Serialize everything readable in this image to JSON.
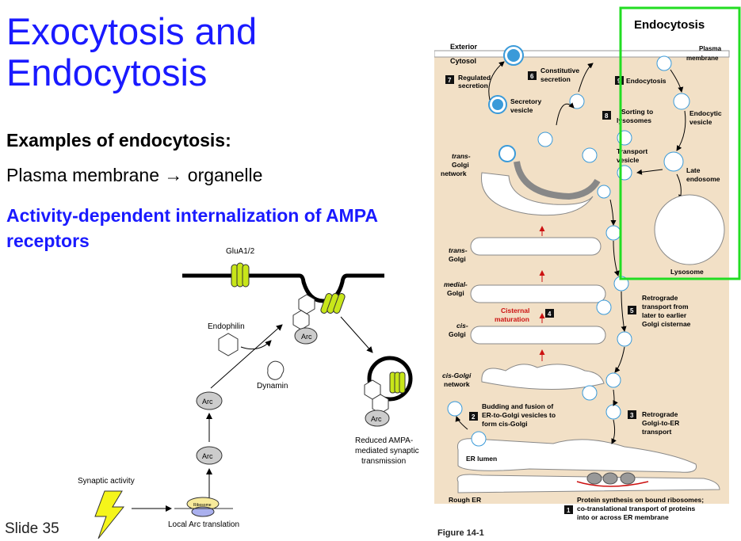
{
  "slide": {
    "title_line1": "Exocytosis and",
    "title_line2": "Endocytosis",
    "subtitle": "Examples of endocytosis:",
    "line_plain": "Plasma membrane → organelle",
    "line_blue": "Activity-dependent internalization of AMPA receptors",
    "slide_number": "Slide 35"
  },
  "arc_diagram": {
    "glua_label": "GluA1/2",
    "endophilin": "Endophilin",
    "dynamin": "Dynamin",
    "arc": "Arc",
    "ribosome": "Ribosome",
    "synaptic_activity": "Synaptic activity",
    "local_translation": "Local Arc translation",
    "reduced_line1": "Reduced AMPA-",
    "reduced_line2": "mediated synaptic",
    "reduced_line3": "transmission"
  },
  "golgi_figure": {
    "endocytosis_box": "Endocytosis",
    "exterior": "Exterior",
    "cytosol": "Cytosol",
    "plasma_membrane_1": "Plasma",
    "plasma_membrane_2": "membrane",
    "step7_a": "Regulated",
    "step7_b": "secretion",
    "step6_a": "Constitutive",
    "step6_b": "secretion",
    "step9": "Endocytosis",
    "secretory_1": "Secretory",
    "secretory_2": "vesicle",
    "sorting_1": "Sorting to",
    "sorting_2": "lysosomes",
    "endocytic_1": "Endocytic",
    "endocytic_2": "vesicle",
    "transport_1": "Transport",
    "transport_2": "vesicle",
    "late_1": "Late",
    "late_2": "endosome",
    "tgn_1": "trans-",
    "tgn_2": "Golgi",
    "tgn_3": "network",
    "trans_golgi_1": "trans-",
    "trans_golgi_2": "Golgi",
    "lysosome": "Lysosome",
    "medial_1": "medial-",
    "medial_2": "Golgi",
    "retro5_1": "Retrograde",
    "retro5_2": "transport from",
    "retro5_3": "later to earlier",
    "retro5_4": "Golgi cisternae",
    "cisternal_1": "Cisternal",
    "cisternal_2": "maturation",
    "cis_golgi_1": "cis-",
    "cis_golgi_2": "Golgi",
    "cgn_1": "cis-Golgi",
    "cgn_2": "network",
    "bud_1": "Budding and fusion of",
    "bud_2": "ER-to-Golgi vesicles to",
    "bud_3": "form cis-Golgi",
    "retro3_1": "Retrograde",
    "retro3_2": "Golgi-to-ER",
    "retro3_3": "transport",
    "er_lumen": "ER lumen",
    "rough_er": "Rough ER",
    "prot_1": "Protein synthesis on bound ribosomes;",
    "prot_2": "co-translational transport of proteins",
    "prot_3": "into or across ER membrane",
    "n1": "1",
    "n2": "2",
    "n3": "3",
    "n4": "4",
    "n5": "5",
    "n6": "6",
    "n7": "7",
    "n8": "8",
    "n9": "9",
    "caption": "Figure 14-1"
  },
  "colors": {
    "title_blue": "#1a1aff",
    "highlight_green": "#22dd22",
    "cytosol_tan": "#f2e0c6",
    "cargo_blue": "#3a9ad9",
    "receptor_yellow": "#c8e619",
    "cisternal_red": "#cc1111"
  }
}
